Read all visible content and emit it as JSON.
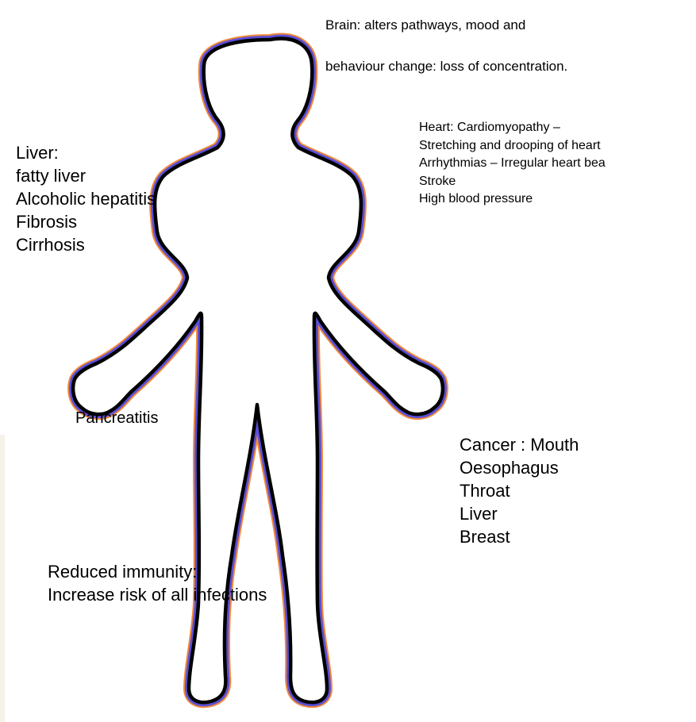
{
  "brain": {
    "lines": [
      "Brain: alters pathways, mood and",
      "behaviour change: loss of concentration."
    ]
  },
  "heart": {
    "lines": [
      "Heart: Cardiomyopathy –",
      "Stretching and drooping of heart",
      "Arrhythmias – Irregular heart bea",
      "Stroke",
      "High blood pressure"
    ]
  },
  "liver": {
    "lines": [
      "Liver:",
      "fatty liver",
      "Alcoholic hepatitis",
      "Fibrosis",
      "Cirrhosis"
    ]
  },
  "pancreas": {
    "label": "Pancreatitis"
  },
  "cancer": {
    "lines": [
      "Cancer : Mouth",
      "Oesophagus",
      "Throat",
      "Liver",
      "Breast"
    ]
  },
  "immunity": {
    "lines": [
      "Reduced immunity:",
      "Increase risk of all infections"
    ]
  },
  "colors": {
    "outline": "#000000",
    "inner_glow": "#5b4fd6",
    "outer_glow": "#f08a3a"
  }
}
